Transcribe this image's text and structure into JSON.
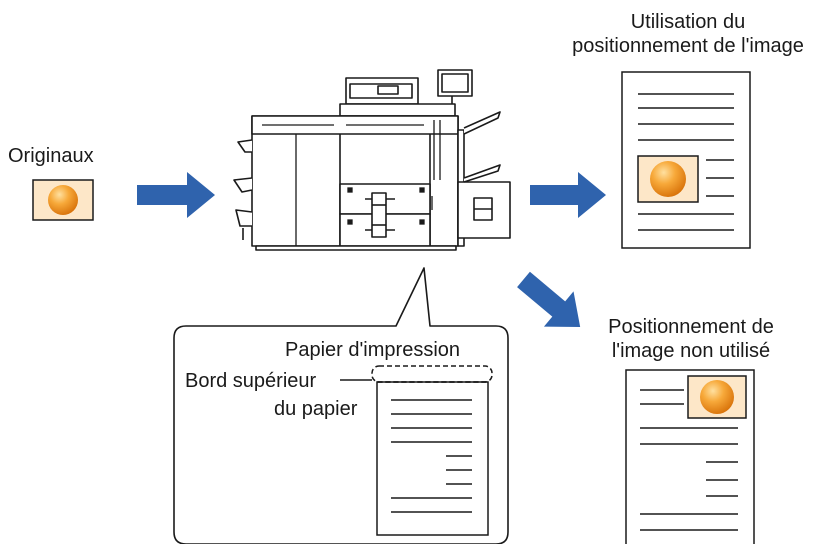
{
  "labels": {
    "originals": "Originaux",
    "with_positioning_line1": "Utilisation du",
    "with_positioning_line2": "positionnement de l'image",
    "without_positioning_line1": "Positionnement de",
    "without_positioning_line2": "l'image non utilisé",
    "print_paper": "Papier d'impression",
    "top_edge_line1": "Bord supérieur",
    "top_edge_line2": "du papier"
  },
  "colors": {
    "arrow": "#2f63ad",
    "image_fill": "#f39a1e",
    "image_highlight": "#ffe0a0",
    "image_frame": "#fde7c8",
    "outline": "#1a1a1a"
  },
  "icons": {
    "machine": "multifunction-printer-icon",
    "image": "orange-ball-icon",
    "arrow": "blue-arrow-icon"
  }
}
